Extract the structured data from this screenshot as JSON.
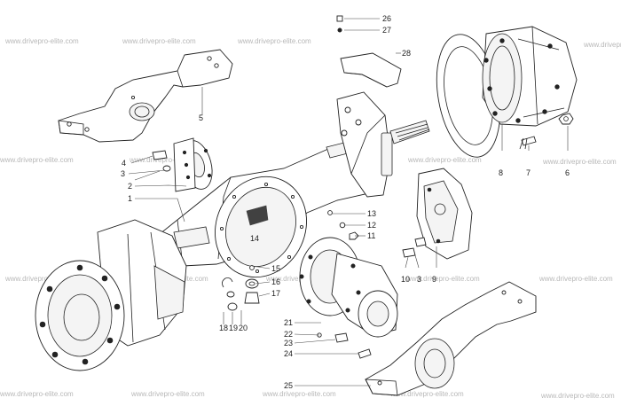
{
  "diagram": {
    "watermark_text": "www.drivepro-elite.com",
    "callouts": [
      {
        "id": "c1",
        "text": "1"
      },
      {
        "id": "c2",
        "text": "2"
      },
      {
        "id": "c3",
        "text": "3"
      },
      {
        "id": "c4",
        "text": "4"
      },
      {
        "id": "c5",
        "text": "5"
      },
      {
        "id": "c6",
        "text": "6"
      },
      {
        "id": "c7",
        "text": "7"
      },
      {
        "id": "c8",
        "text": "8"
      },
      {
        "id": "c9",
        "text": "9"
      },
      {
        "id": "c10",
        "text": "10"
      },
      {
        "id": "c3b",
        "text": "3"
      },
      {
        "id": "c11",
        "text": "11"
      },
      {
        "id": "c12",
        "text": "12"
      },
      {
        "id": "c13",
        "text": "13"
      },
      {
        "id": "c14",
        "text": "14"
      },
      {
        "id": "c15",
        "text": "15"
      },
      {
        "id": "c16",
        "text": "16"
      },
      {
        "id": "c17",
        "text": "17"
      },
      {
        "id": "c18",
        "text": "18"
      },
      {
        "id": "c19",
        "text": "19"
      },
      {
        "id": "c20",
        "text": "20"
      },
      {
        "id": "c21",
        "text": "21"
      },
      {
        "id": "c22",
        "text": "22"
      },
      {
        "id": "c23",
        "text": "23"
      },
      {
        "id": "c24",
        "text": "24"
      },
      {
        "id": "c25",
        "text": "25"
      },
      {
        "id": "c26",
        "text": "26"
      },
      {
        "id": "c27",
        "text": "27"
      },
      {
        "id": "c28",
        "text": "28"
      }
    ]
  }
}
